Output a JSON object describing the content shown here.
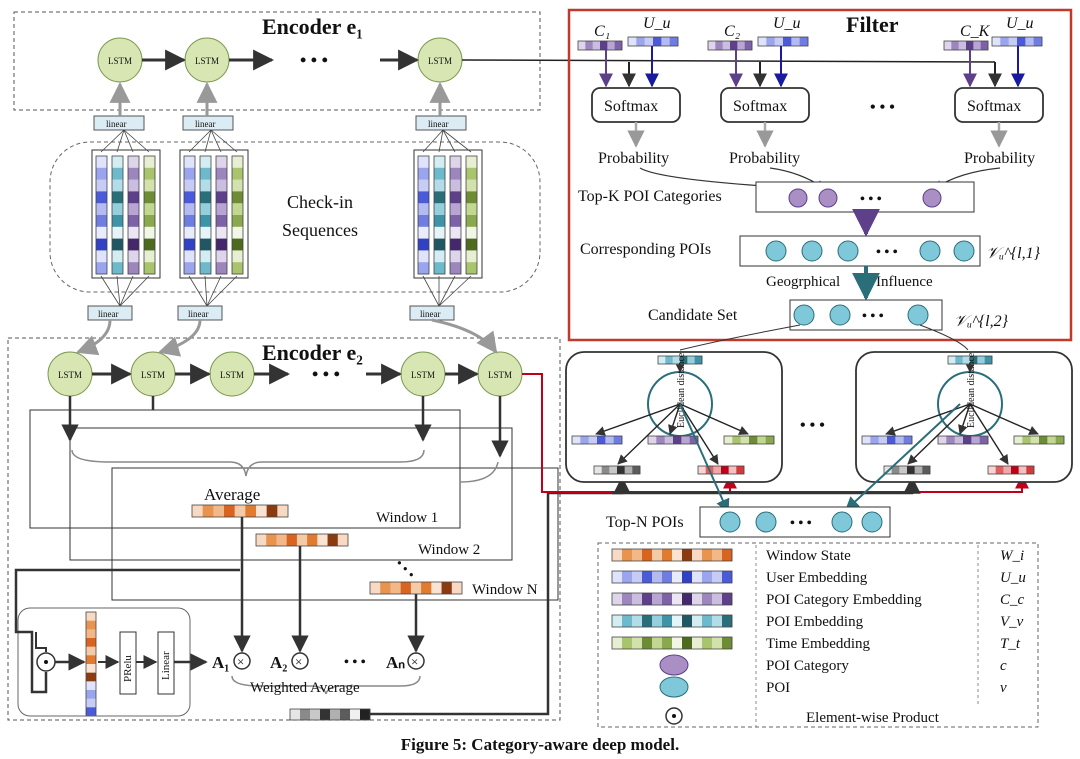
{
  "encoder1": {
    "title": "Encoder e₁"
  },
  "encoder2": {
    "title": "Encoder e₂"
  },
  "filter": {
    "title": "Filter",
    "c1": "C₁",
    "c2": "C₂",
    "ck": "C_K",
    "uu": "U_u",
    "softmax": "Softmax",
    "probability": "Probability",
    "topk": "Top-K POI Categories",
    "corresponding": "Corresponding POIs",
    "vu1": "𝒱ᵤ^{l,1}",
    "geo_left": "Geogrphical",
    "geo_right": "Influence",
    "candidate": "Candidate Set",
    "vu2": "𝒱ᵤ^{l,2}"
  },
  "common": {
    "lstm": "LSTM",
    "linear": "linear",
    "dots": "• • •"
  },
  "checkin": {
    "line1": "Check-in",
    "line2": "Sequences"
  },
  "windows": {
    "average": "Average",
    "w1": "Window 1",
    "w2": "Window 2",
    "wn": "Window N"
  },
  "weighting": {
    "prelu": "PRelu",
    "linear_cap": "Linear",
    "a1": "A₁",
    "a2": "A₂",
    "an": "Aₙ",
    "weighted_average": "Weighted Average"
  },
  "euclid": {
    "label": "Euclidean distance"
  },
  "topn": {
    "label": "Top-N POIs"
  },
  "legend": {
    "rows": [
      {
        "name": "Window State",
        "symbol": "W_i"
      },
      {
        "name": "User Embedding",
        "symbol": "U_u"
      },
      {
        "name": "POI Category Embedding",
        "symbol": "C_c"
      },
      {
        "name": "POI Embedding",
        "symbol": "V_v"
      },
      {
        "name": "Time Embedding",
        "symbol": "T_t"
      },
      {
        "name": "POI Category",
        "symbol": "c"
      },
      {
        "name": "POI",
        "symbol": "v"
      }
    ],
    "elementwise": "Element-wise Product"
  },
  "caption": "Figure 5: Category-aware deep model.",
  "colors": {
    "lstm_fill": "#d7e6b3",
    "lstm_stroke": "#7c9a4e",
    "filter_border": "#c0392b",
    "poi": "#7ec8d9",
    "category": "#a98fc4",
    "red_arrow": "#c0001a",
    "teal_arrow": "#2a6e7a",
    "purple_arrow": "#5d3f8a"
  }
}
